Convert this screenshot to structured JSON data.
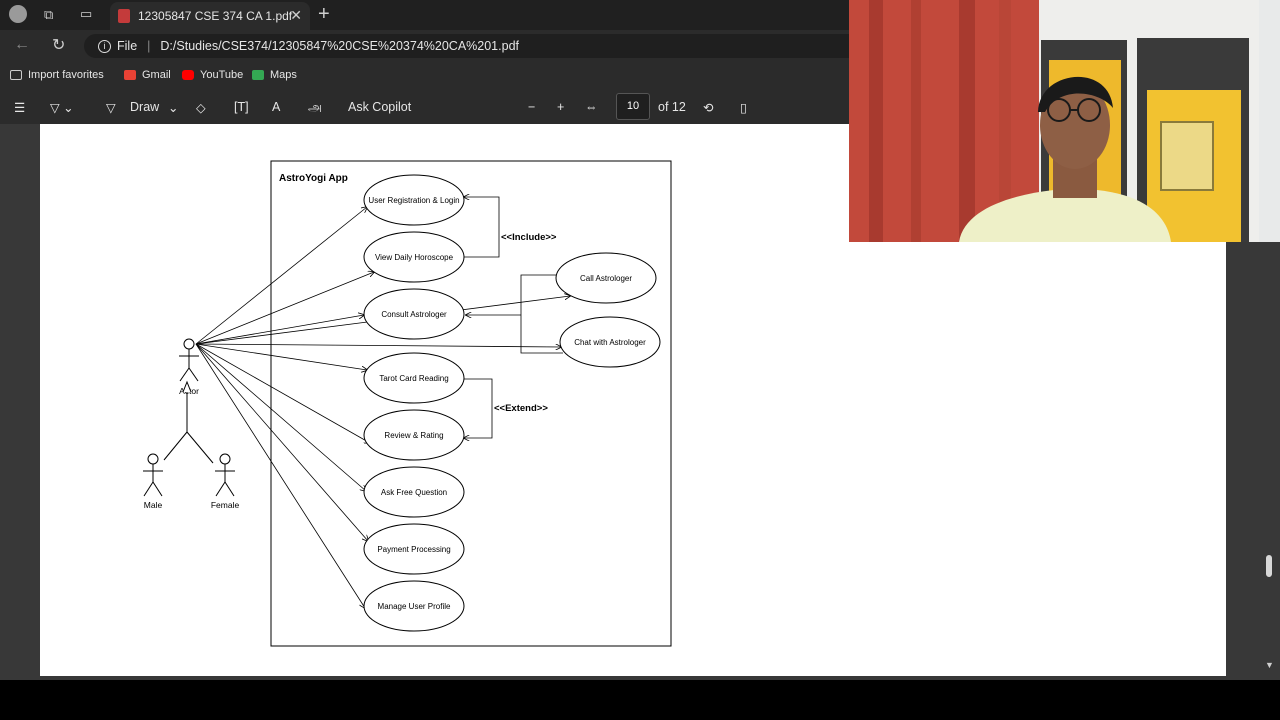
{
  "browser": {
    "tab_title": "12305847 CSE 374 CA 1.pdf",
    "address_label": "File",
    "address_url": "D:/Studies/CSE374/12305847%20CSE%20374%20CA%201.pdf",
    "bookmarks": [
      "Import favorites",
      "Gmail",
      "YouTube",
      "Maps"
    ]
  },
  "pdf_toolbar": {
    "draw_label": "Draw",
    "copilot_label": "Ask Copilot",
    "page_current": "10",
    "page_total": "of 12"
  },
  "diagram": {
    "system_title": "AstroYogi App",
    "actors": {
      "main": "Actor",
      "sub1": "Male",
      "sub2": "Female"
    },
    "use_cases": [
      "User Registration & Login",
      "View Daily Horoscope",
      "Consult Astrologer",
      "Tarot Card Reading",
      "Review & Rating",
      "Ask Free Question",
      "Payment Processing",
      "Manage User Profile"
    ],
    "outside_cases": [
      "Call Astrologer",
      "Chat with Astrologer"
    ],
    "include_label": "<<Include>>",
    "extend_label": "<<Extend>>"
  },
  "colors": {
    "chrome": "#2b2b2b",
    "tabbar": "#202020",
    "viewer": "#383838",
    "page": "#ffffff",
    "wall": "#f2f2f0",
    "curtain": "#c2493b",
    "door": "#f2c230"
  }
}
